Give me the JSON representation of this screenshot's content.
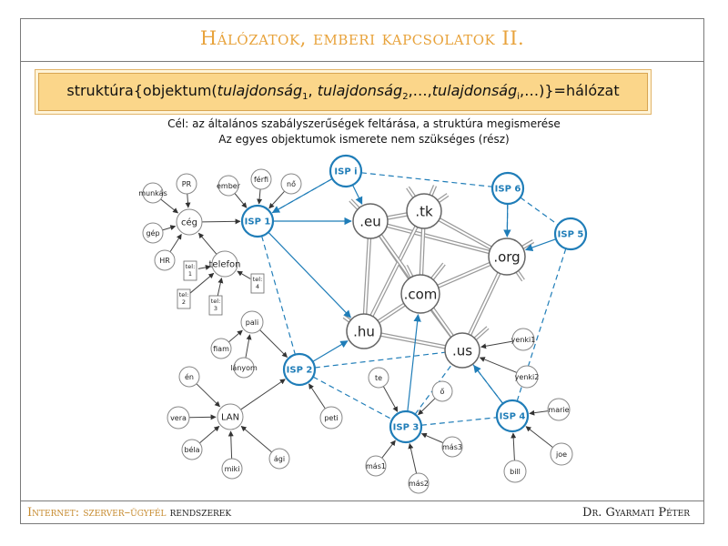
{
  "title": "Hálózatok, emberi kapcsolatok II.",
  "formula": {
    "prefix": "struktúra{objektum(",
    "prop": "tulajdonság",
    "sub1": "1",
    "sep1": ", ",
    "sub2": "2",
    "mid": ",…,",
    "subi": "i",
    "suffix": ",…)}=hálózat"
  },
  "goal_lines": [
    "Cél: az általános szabályszerűségek feltárása, a struktúra megismerése",
    "Az egyes objektumok ismerete nem szükséges (rész)"
  ],
  "footer": {
    "left_accent": "Internet: szerver–ügyfél",
    "left_rest": " rendszerek",
    "right": "Dr. Gyarmati Péter"
  },
  "colors": {
    "title": "#e8a33c",
    "formula_bg": "#fbd68a",
    "isp_blue": "#1f7db8",
    "dark_line": "#444444",
    "grey_line": "#9a9a9a"
  },
  "diagram": {
    "isp_nodes": [
      {
        "id": "ispi",
        "label": "ISP i"
      },
      {
        "id": "isp1",
        "label": "ISP 1"
      },
      {
        "id": "isp2",
        "label": "ISP 2"
      },
      {
        "id": "isp3",
        "label": "ISP 3"
      },
      {
        "id": "isp4",
        "label": "ISP 4"
      },
      {
        "id": "isp5",
        "label": "ISP 5"
      },
      {
        "id": "isp6",
        "label": "ISP 6"
      }
    ],
    "domain_nodes": [
      {
        "id": "eu",
        "label": ".eu"
      },
      {
        "id": "tk",
        "label": ".tk"
      },
      {
        "id": "org",
        "label": ".org"
      },
      {
        "id": "com",
        "label": ".com"
      },
      {
        "id": "hu",
        "label": ".hu"
      },
      {
        "id": "us",
        "label": ".us"
      }
    ],
    "leaf_nodes": [
      {
        "id": "ceg",
        "label": "cég"
      },
      {
        "id": "pr",
        "label": "PR"
      },
      {
        "id": "munkas",
        "label": "munkás"
      },
      {
        "id": "gep",
        "label": "gép"
      },
      {
        "id": "hr",
        "label": "HR"
      },
      {
        "id": "telefon",
        "label": "telefon"
      },
      {
        "id": "ember",
        "label": "ember"
      },
      {
        "id": "ferfi",
        "label": "férfi"
      },
      {
        "id": "no",
        "label": "nő"
      },
      {
        "id": "pali",
        "label": "pali"
      },
      {
        "id": "fiam",
        "label": "fiam"
      },
      {
        "id": "lanyom",
        "label": "lányom"
      },
      {
        "id": "en",
        "label": "én"
      },
      {
        "id": "vera",
        "label": "vera"
      },
      {
        "id": "bela",
        "label": "béla"
      },
      {
        "id": "miki",
        "label": "miki"
      },
      {
        "id": "agi",
        "label": "ági"
      },
      {
        "id": "lan",
        "label": "LAN"
      },
      {
        "id": "peti",
        "label": "peti"
      },
      {
        "id": "te",
        "label": "te"
      },
      {
        "id": "o",
        "label": "ő"
      },
      {
        "id": "mas1",
        "label": "más1"
      },
      {
        "id": "mas2",
        "label": "más2"
      },
      {
        "id": "mas3",
        "label": "más3"
      },
      {
        "id": "yenki1",
        "label": "yenki1"
      },
      {
        "id": "yenki2",
        "label": "yenki2"
      },
      {
        "id": "marie",
        "label": "marie"
      },
      {
        "id": "joe",
        "label": "joe"
      },
      {
        "id": "bill",
        "label": "bill"
      }
    ],
    "tel_boxes": [
      {
        "id": "tel1",
        "label": "tel: 1"
      },
      {
        "id": "tel2",
        "label": "tel: 2"
      },
      {
        "id": "tel3",
        "label": "tel: 3"
      },
      {
        "id": "tel4",
        "label": "tel: 4"
      }
    ]
  }
}
